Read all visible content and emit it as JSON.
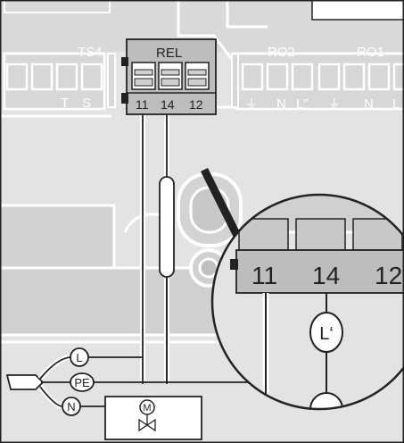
{
  "terminals": {
    "ts4": {
      "label": "TS4",
      "pins": [
        "T",
        "S"
      ]
    },
    "rel": {
      "label": "REL",
      "pins": [
        "11",
        "14",
        "12"
      ]
    },
    "ro2": {
      "label": "RO2",
      "pins": [
        "N",
        "L”"
      ]
    },
    "ro1": {
      "label": "RO1",
      "pins": [
        "N",
        "L"
      ]
    }
  },
  "ground_symbol": "⏚",
  "zoom": {
    "pins": [
      "11",
      "14",
      "12"
    ],
    "load_label": "L‘"
  },
  "wires": {
    "live": "L",
    "earth": "PE",
    "neutral": "N"
  },
  "actuator": {
    "label": "M"
  },
  "colors": {
    "housing": "#d7d7d7",
    "housing_light": "#e6e6e6",
    "outline": "#1a1a1a",
    "terminal": "#bdbdbd",
    "label_text": "#ffffff"
  }
}
